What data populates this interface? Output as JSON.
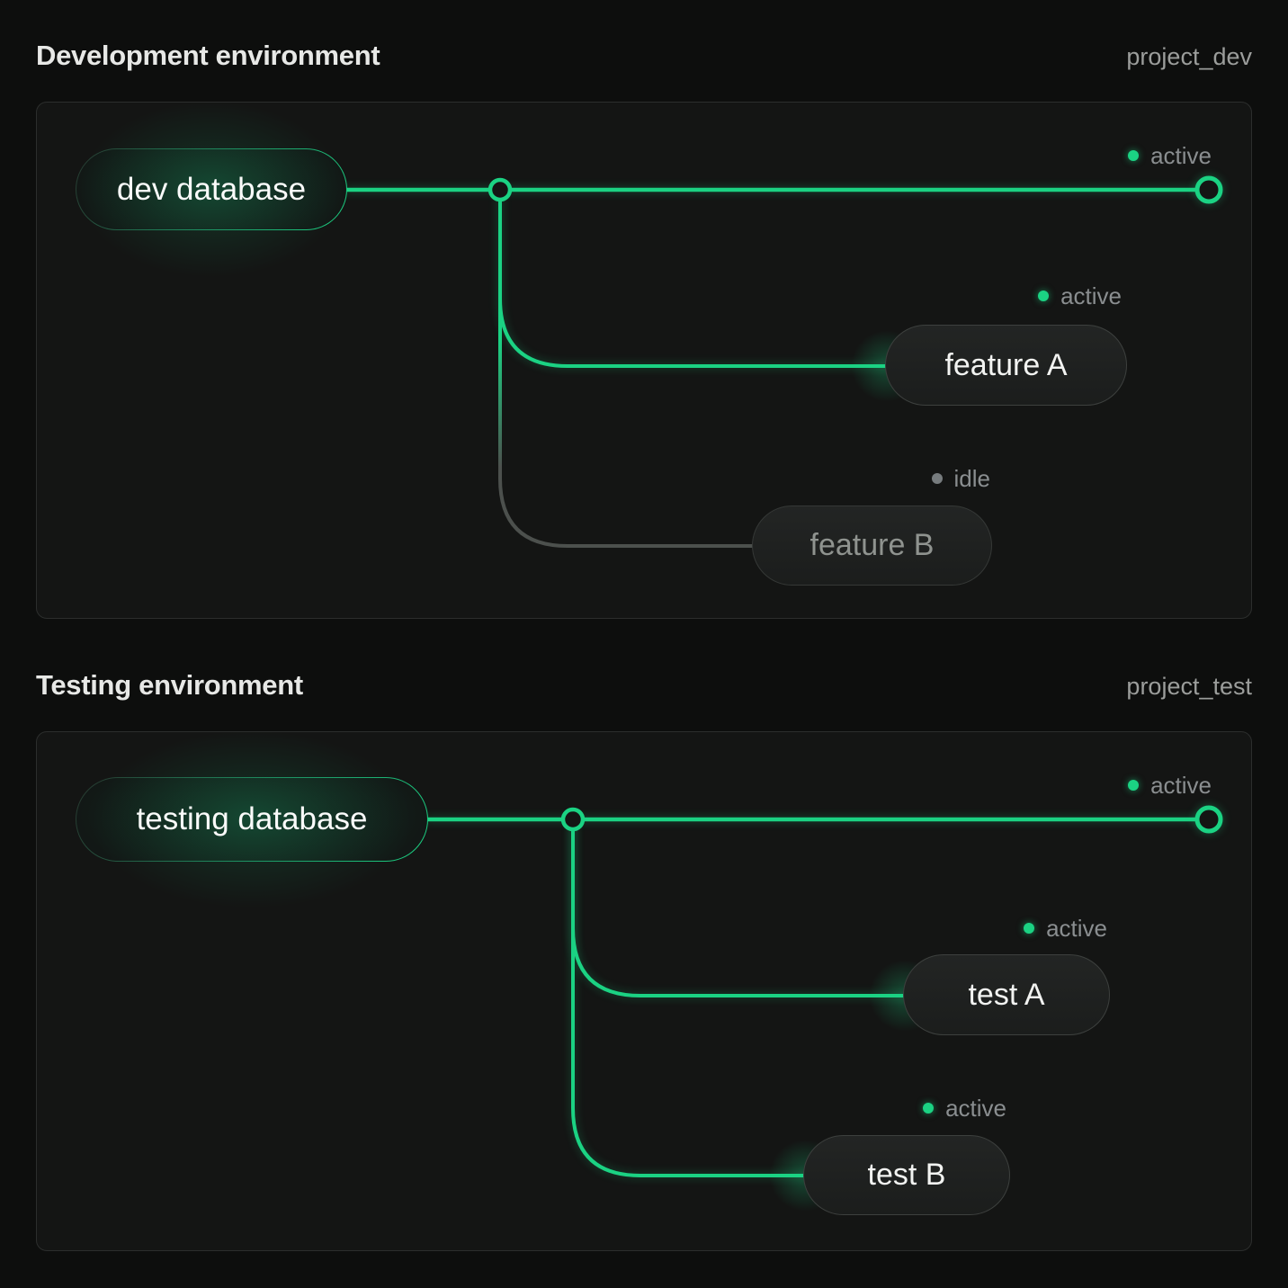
{
  "colors": {
    "accent_green": "#1bd283",
    "idle_gray": "#777c7e",
    "status_text": "#8a8e90",
    "panel_bg": "#141514",
    "page_bg": "#0d0e0d"
  },
  "sections": [
    {
      "title": "Development environment",
      "project": "project_dev",
      "root_label": "dev database",
      "main_status": "active",
      "branches": [
        {
          "label": "feature A",
          "status": "active"
        },
        {
          "label": "feature B",
          "status": "idle"
        }
      ]
    },
    {
      "title": "Testing environment",
      "project": "project_test",
      "root_label": "testing database",
      "main_status": "active",
      "branches": [
        {
          "label": "test A",
          "status": "active"
        },
        {
          "label": "test B",
          "status": "active"
        }
      ]
    }
  ]
}
